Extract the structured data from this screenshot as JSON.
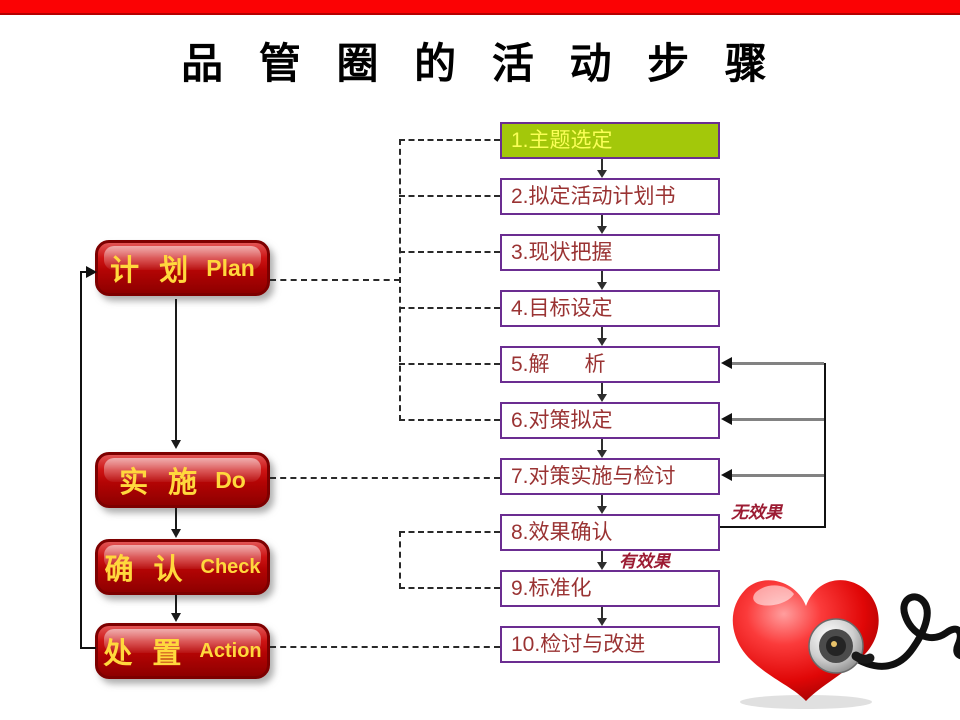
{
  "title": "品 管 圈 的 活 动 步 骤",
  "steps": [
    {
      "label": "1.主题选定",
      "highlighted": true
    },
    {
      "label": "2.拟定活动计划书",
      "highlighted": false
    },
    {
      "label": "3.现状把握",
      "highlighted": false
    },
    {
      "label": "4.目标设定",
      "highlighted": false
    },
    {
      "label": "5.解      析",
      "highlighted": false
    },
    {
      "label": "6.对策拟定",
      "highlighted": false
    },
    {
      "label": "7.对策实施与检讨",
      "highlighted": false
    },
    {
      "label": "8.效果确认",
      "highlighted": false
    },
    {
      "label": "9.标准化",
      "highlighted": false
    },
    {
      "label": "10.检讨与改进",
      "highlighted": false
    }
  ],
  "pdca": [
    {
      "zh": "计 划",
      "en": "Plan"
    },
    {
      "zh": "实 施",
      "en": "Do"
    },
    {
      "zh": "确 认",
      "en": "Check"
    },
    {
      "zh": "处 置",
      "en": "Action"
    }
  ],
  "feedback": {
    "no_effect": "无效果",
    "effect": "有效果"
  },
  "colors": {
    "banner_red": "#fb0204",
    "box_border_purple": "#6b2d91",
    "step_text_red": "#9a3333",
    "highlight_green": "#a3c80a",
    "highlight_text_yellow": "#fbff57",
    "button_red": "#b30404",
    "button_text_yellow": "#ffd83d",
    "feedback_label_red": "#9c1c33"
  },
  "icons": {
    "heart_stethoscope": "heart-with-stethoscope"
  }
}
